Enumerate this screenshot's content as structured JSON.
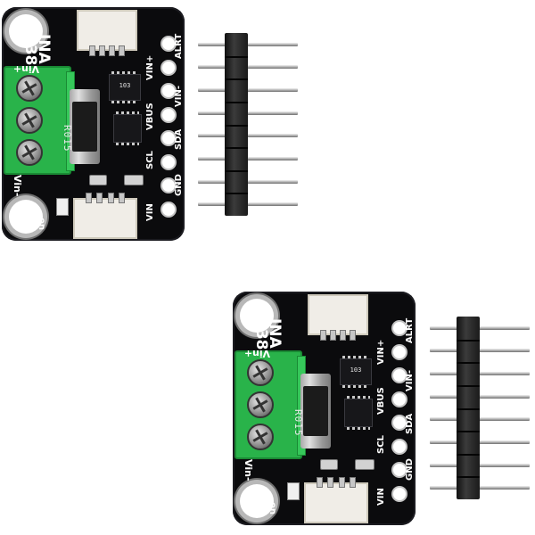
{
  "board": {
    "name": "INA",
    "model": "238",
    "shunt_marking": "R015",
    "chip_marking": "103",
    "terminal_labels": {
      "plus": "Vin+",
      "minus": "Vin-"
    },
    "led_label": "on",
    "pin_labels": [
      "ALRT",
      "VIN+",
      "VIN-",
      "VBUS",
      "SDA",
      "SCL",
      "GND",
      "VIN"
    ],
    "colors": {
      "pcb": "#0b0b0d",
      "terminal": "#29b34a",
      "header": "#1e1e1e",
      "connector": "#f0ede7",
      "pad": "#ffffff"
    }
  },
  "header_pin_count": 8
}
